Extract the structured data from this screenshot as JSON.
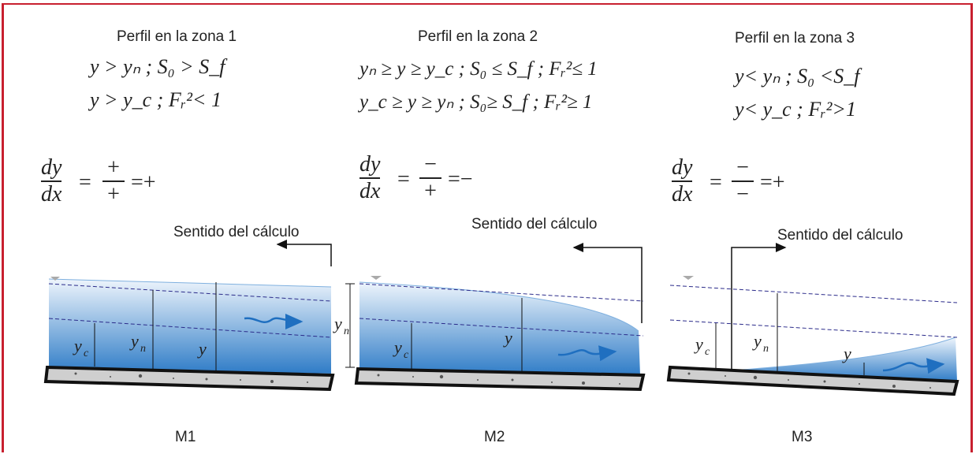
{
  "zones": [
    {
      "title": "Perfil en la zona 1",
      "cond1": "y > yₙ ; S₀ > S_f",
      "cond2": "y > y_c ; Fᵣ²< 1",
      "dydx_num": "dy",
      "dydx_den": "dx",
      "sign_num": "+",
      "sign_den": "+",
      "result": "=+",
      "direction_label": "Sentido del cálculo",
      "profile": "M1"
    },
    {
      "title": "Perfil en la zona 2",
      "cond1": "yₙ ≥ y ≥ y_c ; S₀ ≤ S_f ; Fᵣ²≤ 1",
      "cond2": "y_c ≥ y ≥ yₙ ; S₀≥ S_f ; Fᵣ²≥ 1",
      "dydx_num": "dy",
      "dydx_den": "dx",
      "sign_num": "−",
      "sign_den": "+",
      "result": "=−",
      "direction_label": "Sentido del cálculo",
      "profile": "M2"
    },
    {
      "title": "Perfil en la zona 3",
      "cond1": "y< yₙ ; S₀ <S_f",
      "cond2": "y< y_c ; Fᵣ²>1",
      "dydx_num": "dy",
      "dydx_den": "dx",
      "sign_num": "−",
      "sign_den": "−",
      "result": "=+",
      "direction_label": "Sentido del cálculo",
      "profile": "M3"
    }
  ],
  "symbols": {
    "y": "y",
    "c": "c",
    "n": "n"
  },
  "colors": {
    "border": "#c8202f",
    "water_top": "#e9f2fb",
    "water_bottom": "#2f7cc7",
    "line": "#2b2b8a",
    "bed": "#cfcfcf"
  }
}
